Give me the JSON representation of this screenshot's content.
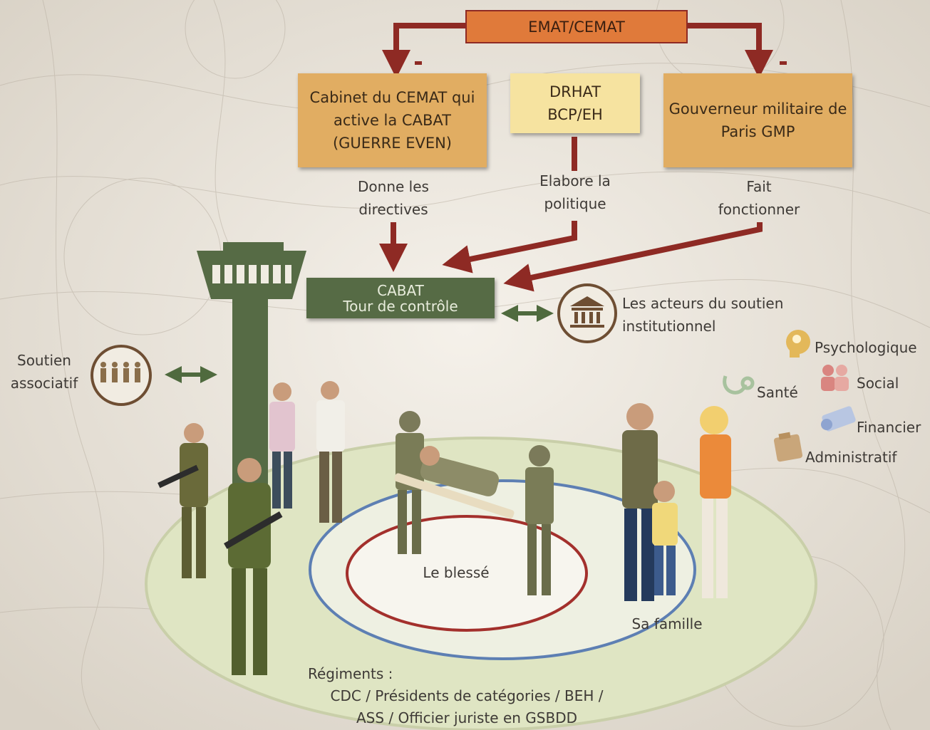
{
  "colors": {
    "top_box": "#e07a3a",
    "mid_box": "#e1ad62",
    "drhat_box": "#f6e3a0",
    "cabat_box": "#566b45",
    "arrow_red": "#8e2a24",
    "arrow_green": "#4f6a3e",
    "circle_outer": "#dfe5c3",
    "ring_blue": "#5d7fb3",
    "ring_red": "#a3302c"
  },
  "hierarchy": {
    "top": "EMAT/CEMAT",
    "left_box": "Cabinet du CEMAT qui\nactive la CABAT\n(GUERRE EVEN)",
    "center_box": "DRHAT\nBCP/EH",
    "right_box": "Gouverneur militaire de\nParis GMP",
    "left_action": "Donne les\ndirectives",
    "center_action": "Elabore la\npolitique",
    "right_action": "Fait\nfonctionner"
  },
  "cabat": {
    "title": "CABAT",
    "subtitle": "Tour de contrôle"
  },
  "institutional": {
    "label": "Les acteurs du soutien\ninstitutionnel",
    "icon": "institution-building-icon"
  },
  "associative": {
    "label": "Soutien\nassociatif",
    "icon": "soldiers-group-icon"
  },
  "support_domains": [
    {
      "label": "Psychologique",
      "icon": "head-gear-icon"
    },
    {
      "label": "Social",
      "icon": "people-icon"
    },
    {
      "label": "Santé",
      "icon": "stethoscope-icon"
    },
    {
      "label": "Financier",
      "icon": "money-icon"
    },
    {
      "label": "Administratif",
      "icon": "folder-icon"
    }
  ],
  "circles": {
    "wounded": "Le blessé",
    "family": "Sa famille",
    "regiments": "Régiments :\nCDC / Présidents de catégories / BEH /\nASS / Officier juriste en GSBDD"
  }
}
